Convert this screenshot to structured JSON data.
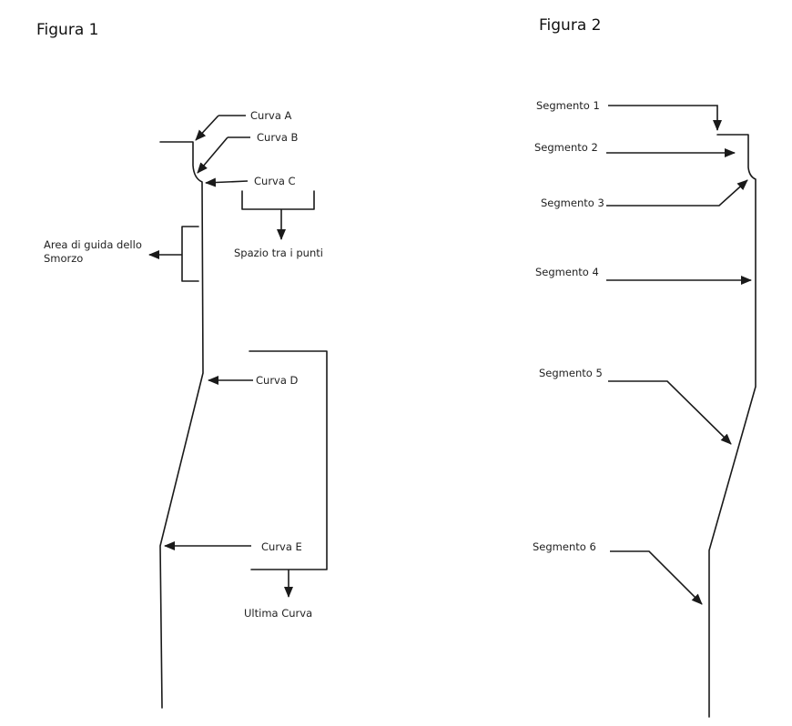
{
  "figures": [
    {
      "title": "Figura 1",
      "labels": {
        "curva_a": "Curva A",
        "curva_b": "Curva B",
        "curva_c": "Curva C",
        "spazio": "Spazio tra i punti",
        "area_line1": "Area di guida dello",
        "area_line2": "Smorzo",
        "curva_d": "Curva D",
        "curva_e": "Curva E",
        "ultima": "Ultima Curva"
      }
    },
    {
      "title": "Figura 2",
      "labels": {
        "seg1": "Segmento 1",
        "seg2": "Segmento  2",
        "seg3": "Segmento 3",
        "seg4": "Segmento 4",
        "seg5": "Segmento 5",
        "seg6": "Segmento 6"
      }
    }
  ],
  "colors": {
    "line": "#1a1a1a",
    "background": "#ffffff"
  }
}
